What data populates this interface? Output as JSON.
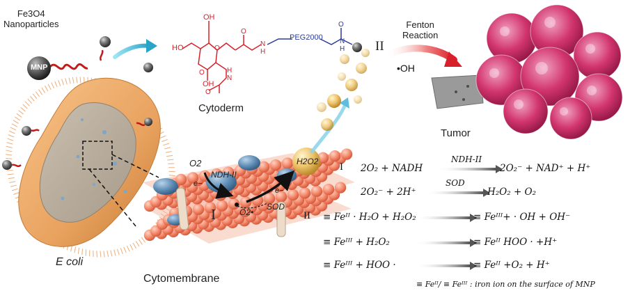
{
  "labels": {
    "fe3o4_nanoparticles": "Fe3O4\nNanoparticles",
    "mnp": "MNP",
    "cytoderm": "Cytoderm",
    "fenton_reaction": "Fenton\nReaction",
    "oh_radical": "•OH",
    "tumor": "Tumor",
    "e_coli": "E coli",
    "cytomembrane": "Cytomembrane",
    "step_two_roman": "II",
    "step_one_membrane": "I",
    "o2_membrane": "O2",
    "e_minus_1": "e−",
    "e_minus_2": "e−",
    "ndh_ii": "NDH-II",
    "sod": "SOD",
    "superoxide": "O2•",
    "h2o2": "H2O2",
    "peg": "PEG2000",
    "mol_ho": "HO",
    "mol_oh_top": "OH",
    "mol_oh_bottom": "OH",
    "mol_nh1": "H N",
    "mol_nh2": "N H",
    "mol_nh3": "N H",
    "mol_o1": "O",
    "mol_o2": "O",
    "mol_o3": "O",
    "mol_o4": "O",
    "mol_o5": "O"
  },
  "reactions": [
    {
      "stage": "I",
      "left": "2O₂ + NADH",
      "over": "NDH-II",
      "right": "2O₂⁻ + NAD⁺ + H⁺"
    },
    {
      "stage": "",
      "left": "2O₂⁻ + 2H⁺",
      "over": "SOD",
      "right": "H₂O₂ + O₂"
    },
    {
      "stage": "II",
      "left": "≡ Feᴵᴵ · H₂O + H₂O₂",
      "over": "",
      "right": "≡ Feᴵᴵᴵ+ · OH + OH⁻"
    },
    {
      "stage": "",
      "left": "≡ Feᴵᴵᴵ + H₂O₂",
      "over": "",
      "right": "≡ Feᴵᴵ HOO · +H⁺"
    },
    {
      "stage": "",
      "left": "≡ Feᴵᴵᴵ + HOO ·",
      "over": "",
      "right": "≡ Feᴵᴵ +O₂ + H⁺"
    }
  ],
  "footnote": "≡ Feᴵᴵ/ ≡ Feᴵᴵᴵ : iron ion on the surface of  MNP",
  "colors": {
    "red": "#d8202a",
    "blue": "#2a3c9c",
    "membrane": "#f4907a",
    "tumor": "#d2356e",
    "bacterium": "#e9a25f"
  }
}
